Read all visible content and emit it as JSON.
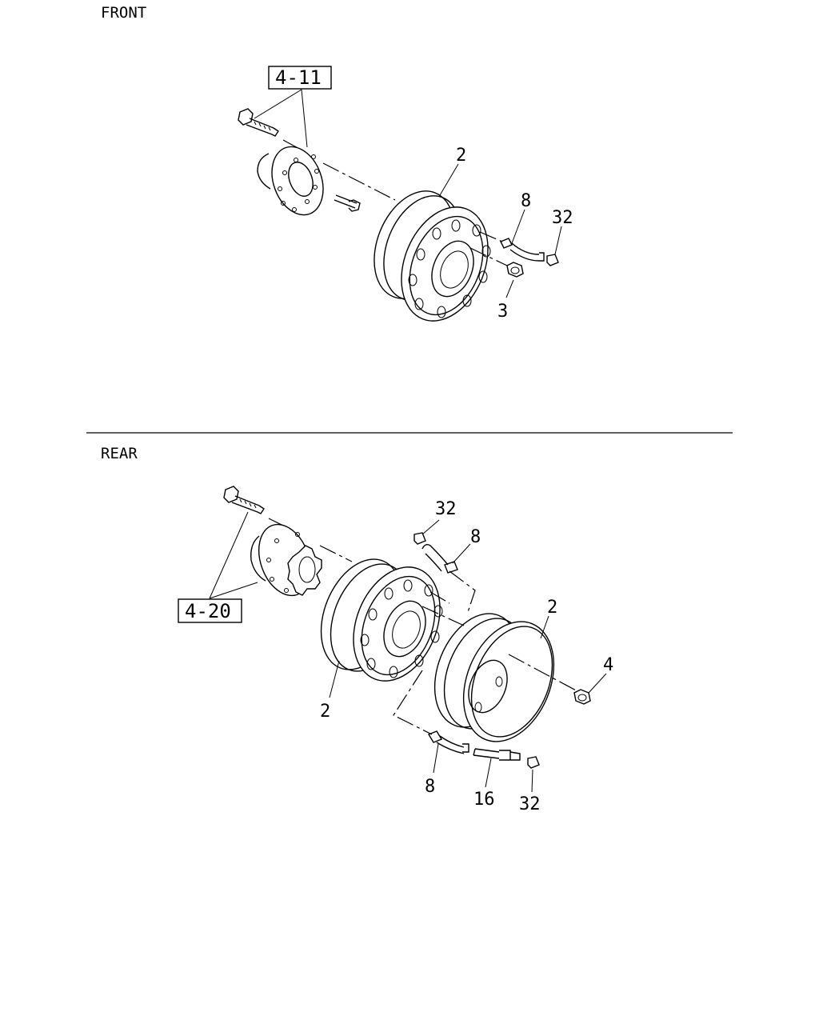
{
  "sections": {
    "front": {
      "title": "FRONT",
      "ref_box": "4-11"
    },
    "rear": {
      "title": "REAR",
      "ref_box": "4-20"
    }
  },
  "callouts": {
    "front": [
      {
        "id": "front-2",
        "text": "2"
      },
      {
        "id": "front-8",
        "text": "8"
      },
      {
        "id": "front-32",
        "text": "32"
      },
      {
        "id": "front-3",
        "text": "3"
      }
    ],
    "rear": [
      {
        "id": "rear-32-top",
        "text": "32"
      },
      {
        "id": "rear-8-top",
        "text": "8"
      },
      {
        "id": "rear-2-right",
        "text": "2"
      },
      {
        "id": "rear-4",
        "text": "4"
      },
      {
        "id": "rear-2-left",
        "text": "2"
      },
      {
        "id": "rear-8-bottom",
        "text": "8"
      },
      {
        "id": "rear-16",
        "text": "16"
      },
      {
        "id": "rear-32-bottom",
        "text": "32"
      }
    ]
  }
}
